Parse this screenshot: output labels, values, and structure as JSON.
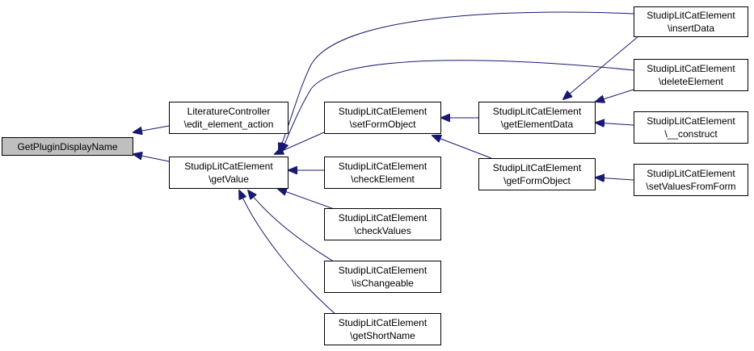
{
  "colors": {
    "edge": "#191970",
    "root_fill": "#bfbfbf",
    "node_fill": "#ffffff",
    "node_border": "#000000"
  },
  "nodes": {
    "root": {
      "label": "GetPluginDisplayName"
    },
    "edit_action": {
      "line1": "LiteratureController",
      "line2": "\\edit_element_action"
    },
    "getValue": {
      "line1": "StudipLitCatElement",
      "line2": "\\getValue"
    },
    "setFormObject": {
      "line1": "StudipLitCatElement",
      "line2": "\\setFormObject"
    },
    "checkElement": {
      "line1": "StudipLitCatElement",
      "line2": "\\checkElement"
    },
    "checkValues": {
      "line1": "StudipLitCatElement",
      "line2": "\\checkValues"
    },
    "isChangeable": {
      "line1": "StudipLitCatElement",
      "line2": "\\isChangeable"
    },
    "getShortName": {
      "line1": "StudipLitCatElement",
      "line2": "\\getShortName"
    },
    "getElementData": {
      "line1": "StudipLitCatElement",
      "line2": "\\getElementData"
    },
    "getFormObject": {
      "line1": "StudipLitCatElement",
      "line2": "\\getFormObject"
    },
    "insertData": {
      "line1": "StudipLitCatElement",
      "line2": "\\insertData"
    },
    "deleteElement": {
      "line1": "StudipLitCatElement",
      "line2": "\\deleteElement"
    },
    "construct": {
      "line1": "StudipLitCatElement",
      "line2": "\\__construct"
    },
    "setValuesFromForm": {
      "line1": "StudipLitCatElement",
      "line2": "\\setValuesFromForm"
    }
  }
}
